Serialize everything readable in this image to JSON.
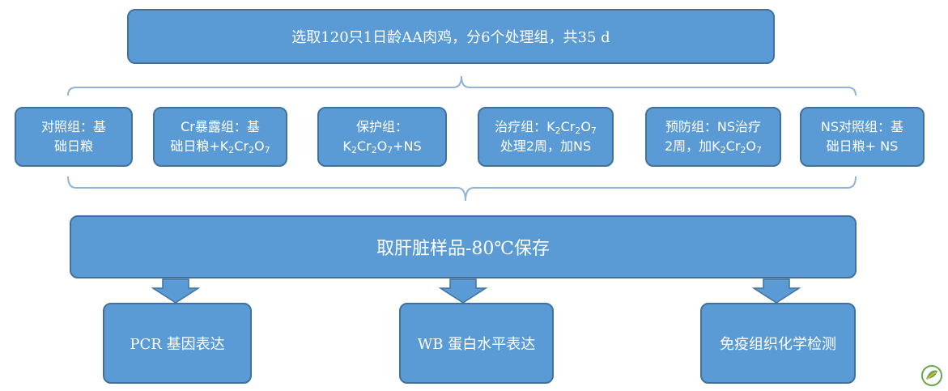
{
  "top": {
    "text": "选取120只1日龄AA肉鸡，分6个处理组，共35 d"
  },
  "groups": [
    {
      "line1": "对照组：基",
      "line2": "础日粮"
    },
    {
      "line1": "Cr暴露组：基",
      "line2a": "础日粮+K",
      "sub1": "2",
      "line2b": "Cr",
      "sub2": "2",
      "line2c": "O",
      "sub3": "7"
    },
    {
      "line1": "保护组：",
      "line2a": "K",
      "sub1": "2",
      "line2b": "Cr",
      "sub2": "2",
      "line2c": "O",
      "sub3": "7",
      "line2d": "+NS"
    },
    {
      "line1a": "治疗组：K",
      "sub1": "2",
      "line1b": "Cr",
      "sub2": "2",
      "line1c": "O",
      "sub3": "7",
      "line2": "处理2周，加NS"
    },
    {
      "line1": "预防组：NS治疗",
      "line2a": "2周，加K",
      "sub1": "2",
      "line2b": "Cr",
      "sub2": "2",
      "line2c": "O",
      "sub3": "7"
    },
    {
      "line1": "NS对照组：基",
      "line2": "础日粮+ NS"
    }
  ],
  "middle": {
    "text": "取肝脏样品-80℃保存"
  },
  "outputs": [
    {
      "text": "PCR 基因表达"
    },
    {
      "text": "WB 蛋白水平表达"
    },
    {
      "text": "免疫组织化学检测"
    }
  ],
  "colors": {
    "box_fill": "#5b9bd5",
    "box_border": "#41719c",
    "bracket": "#8fb3d9"
  },
  "icons": {
    "corner_logo": "leaf-logo-icon"
  }
}
